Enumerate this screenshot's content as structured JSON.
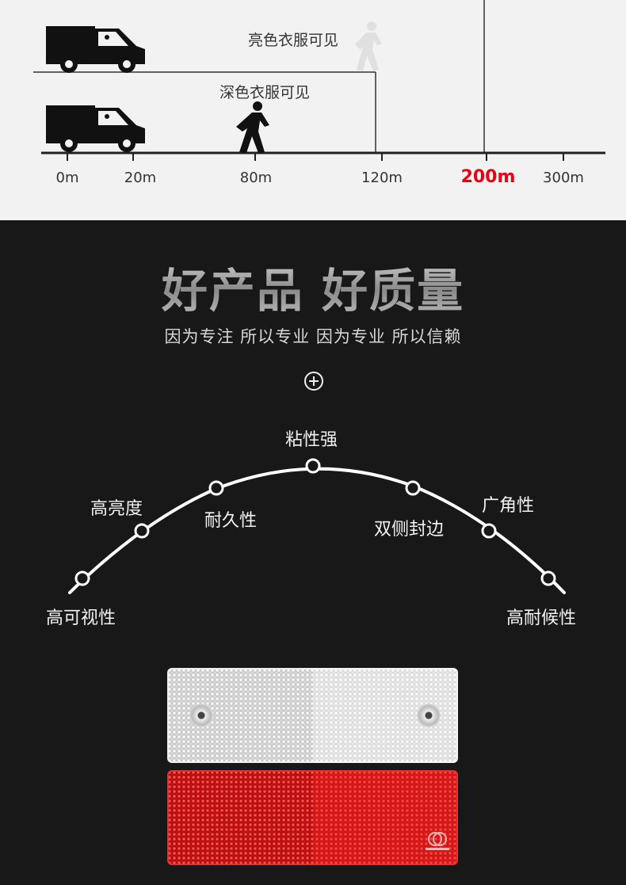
{
  "visibility_diagram": {
    "bright_clothing_label": "亮色衣服可见",
    "dark_clothing_label": "深色衣服可见",
    "ticks": [
      "0m",
      "20m",
      "80m",
      "120m",
      "200m",
      "300m"
    ],
    "highlight_tick": "200m",
    "highlight_color": "#e60012"
  },
  "heading": {
    "title": "好产品 好质量",
    "subtitle": "因为专注 所以专业 因为专业 所以信赖",
    "plus_symbol": "⊕"
  },
  "features": [
    "高可视性",
    "高亮度",
    "耐久性",
    "粘性强",
    "双侧封边",
    "广角性",
    "高耐候性"
  ],
  "products": {
    "top_color": "white",
    "bottom_color": "red"
  }
}
